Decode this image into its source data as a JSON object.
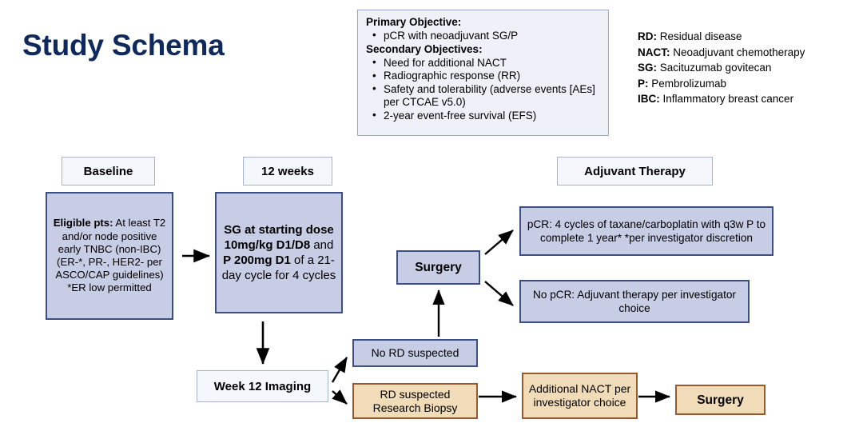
{
  "title": "Study Schema",
  "colors": {
    "title": "#10295c",
    "blue_fill": "#c6cde4",
    "blue_border": "#3c4f82",
    "tan_fill": "#f0dcb9",
    "tan_border": "#99592a",
    "header_fill": "#f4f7fc",
    "header_border": "#a7b4cf",
    "objectives_fill": "#eef1f8",
    "arrow": "#000000"
  },
  "objectives": {
    "primary_heading": "Primary Objective:",
    "primary_items": [
      "pCR with neoadjuvant SG/P"
    ],
    "secondary_heading": "Secondary Objectives:",
    "secondary_items": [
      "Need for additional NACT",
      "Radiographic response (RR)",
      "Safety and tolerability (adverse events [AEs] per CTCAE v5.0)",
      "2-year event-free survival (EFS)"
    ]
  },
  "abbreviations": [
    {
      "key": "RD:",
      "value": " Residual disease"
    },
    {
      "key": "NACT:",
      "value": " Neoadjuvant chemotherapy"
    },
    {
      "key": "SG:",
      "value": " Sacituzumab govitecan"
    },
    {
      "key": "P:",
      "value": " Pembrolizumab"
    },
    {
      "key": "IBC:",
      "value": " Inflammatory breast cancer"
    }
  ],
  "headers": {
    "baseline": "Baseline",
    "twelve_weeks": "12 weeks",
    "adjuvant_therapy": "Adjuvant Therapy"
  },
  "boxes": {
    "eligible": {
      "label_bold": "Eligible pts:",
      "label_rest": " At least T2 and/or node positive early TNBC (non-IBC) (ER-*, PR-, HER2- per ASCO/CAP guidelines) *ER low permitted"
    },
    "sg_regimen": {
      "p1": "SG at starting dose 10mg/kg D1/D8",
      "p2": " and ",
      "p3": "P 200mg D1",
      "p4": " of a 21-day cycle for 4 cycles"
    },
    "surgery_top": "Surgery",
    "pcr": "pCR: 4 cycles of taxane/carboplatin with q3w P to complete 1 year* *per investigator discretion",
    "no_pcr": "No pCR: Adjuvant therapy per investigator choice",
    "week12_imaging": "Week 12 Imaging",
    "no_rd_suspected": "No RD suspected",
    "rd_suspected": "RD suspected Research Biopsy",
    "additional_nact": "Additional NACT per investigator choice",
    "surgery_bottom": "Surgery"
  }
}
